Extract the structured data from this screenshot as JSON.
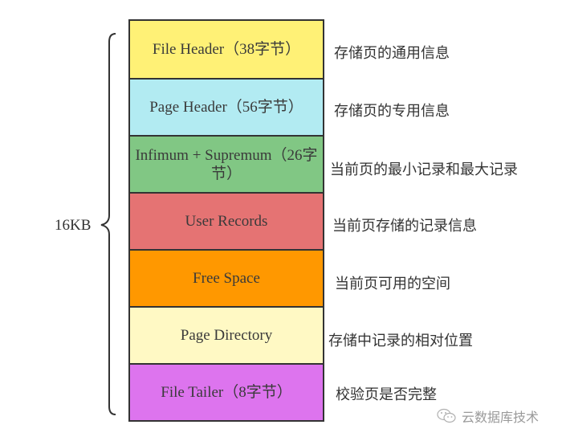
{
  "diagram": {
    "title": "InnoDB page structure",
    "total_size_label": "16KB",
    "blocks": [
      {
        "name": "File Header（38字节）",
        "color": "#FFF176",
        "description": "存储页的通用信息"
      },
      {
        "name": "Page Header（56字节）",
        "color": "#B2EBF2",
        "description": "存储页的专用信息"
      },
      {
        "name": "Infimum + Supremum（26字节）",
        "color": "#81C784",
        "description": "当前页的最小记录和最大记录"
      },
      {
        "name": "User Records",
        "color": "#E57373",
        "description": "当前页存储的记录信息"
      },
      {
        "name": "Free Space",
        "color": "#FF9800",
        "description": "当前页可用的空间"
      },
      {
        "name": "Page Directory",
        "color": "#FFF9C4",
        "description": "存储中记录的相对位置"
      },
      {
        "name": "File Tailer（8字节）",
        "color": "#DD74EE",
        "description": "校验页是否完整"
      }
    ]
  },
  "watermark": {
    "icon": "wechat-icon",
    "text": "云数据库技术"
  }
}
